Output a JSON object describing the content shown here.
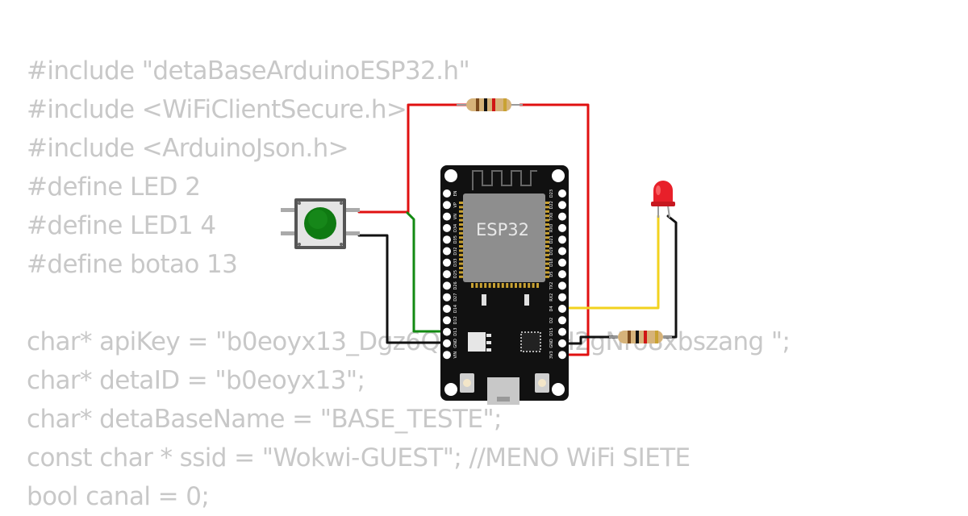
{
  "code_lines": [
    "#include \"detaBaseArduinoESP32.h\"",
    "#include <WiFiClientSecure.h>",
    "#include <ArduinoJson.h>",
    "#define LED 2",
    "#define LED1 4",
    "#define botao 13",
    "",
    "char* apiKey = \"b0eoyx13_Dgz6QtYgYKu2BH2gNro8xbszang \";",
    "char* detaID = \"b0eoyx13\";",
    "char* detaBaseName = \"BASE_TESTE\";",
    "const char * ssid = \"Wokwi-GUEST\"; //MENO WiFi SIETE",
    "bool canal = 0;"
  ],
  "board": {
    "label": "ESP32",
    "left_pins": [
      "EN",
      "VP",
      "VN",
      "D34",
      "D35",
      "D32",
      "D33",
      "D25",
      "D26",
      "D27",
      "D14",
      "D12",
      "D13",
      "GND",
      "VIN"
    ],
    "right_pins": [
      "D23",
      "D22",
      "TX0",
      "RX0",
      "D21",
      "D19",
      "D18",
      "D5",
      "TX2",
      "RX2",
      "D4",
      "D2",
      "D15",
      "GND",
      "3V3"
    ]
  },
  "colors": {
    "wire_red": "#e01010",
    "wire_green": "#128a12",
    "wire_black": "#111111",
    "wire_yellow": "#f2d21e",
    "board": "#111111",
    "chip": "#8e8e8e",
    "button_cap": "#0f7a12",
    "led": "#e8202a"
  },
  "components": {
    "pushbutton_icon": "pushbutton-icon",
    "led_icon": "red-led-icon",
    "resistor_icon": "resistor-icon"
  }
}
